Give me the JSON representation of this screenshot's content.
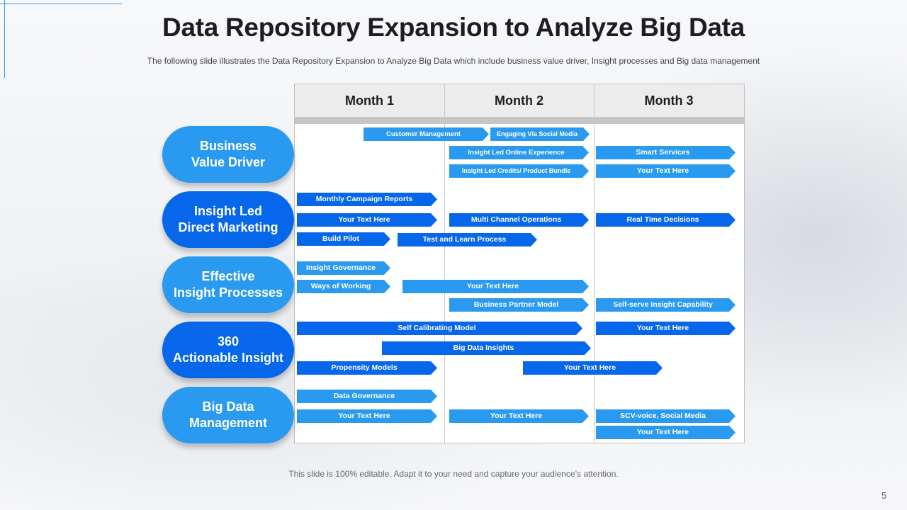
{
  "slide": {
    "title": "Data Repository Expansion to Analyze Big Data",
    "subtitle": "The following  slide illustrates the Data Repository Expansion to Analyze Big Data which include business value  driver,  Insight  processes and Big data management",
    "footer": "This slide is 100%  editable. Adapt it to your need and capture your audience’s attention.",
    "page_number": "5"
  },
  "months": [
    "Month 1",
    "Month 2",
    "Month 3"
  ],
  "categories": [
    {
      "label": "Business\nValue Driver",
      "color": "#2a9af1"
    },
    {
      "label": "Insight Led\nDirect Marketing",
      "color": "#0667ea"
    },
    {
      "label": "Effective\nInsight Processes",
      "color": "#2a9af1"
    },
    {
      "label": "360\nActionable Insight",
      "color": "#0667ea"
    },
    {
      "label": "Big Data\nManagement",
      "color": "#2a9af1"
    }
  ],
  "bars": [
    {
      "label": "Customer Management",
      "tone": "light"
    },
    {
      "label": "Engaging Via Social Media",
      "tone": "light"
    },
    {
      "label": "Insight Led Online Experience",
      "tone": "light"
    },
    {
      "label": "Smart Services",
      "tone": "light"
    },
    {
      "label": "Insight Led Credits/ Product Bundle",
      "tone": "light"
    },
    {
      "label": "Your Text Here",
      "tone": "light"
    },
    {
      "label": "Monthly Campaign Reports",
      "tone": "dark"
    },
    {
      "label": "Your Text Here",
      "tone": "dark"
    },
    {
      "label": "Multi Channel Operations",
      "tone": "dark"
    },
    {
      "label": "Real Time Decisions",
      "tone": "dark"
    },
    {
      "label": "Build Pilot",
      "tone": "dark"
    },
    {
      "label": "Test and Learn Process",
      "tone": "dark"
    },
    {
      "label": "Insight Governance",
      "tone": "light"
    },
    {
      "label": "Ways of Working",
      "tone": "light"
    },
    {
      "label": "Your Text Here",
      "tone": "light"
    },
    {
      "label": "Business Partner Model",
      "tone": "light"
    },
    {
      "label": "Self-serve Insight Capability",
      "tone": "light"
    },
    {
      "label": "Self Calibrating Model",
      "tone": "dark"
    },
    {
      "label": "Your Text Here",
      "tone": "dark"
    },
    {
      "label": "Big Data Insights",
      "tone": "dark"
    },
    {
      "label": "Propensity Models",
      "tone": "dark"
    },
    {
      "label": "Your Text Here",
      "tone": "dark"
    },
    {
      "label": "Data Governance",
      "tone": "light"
    },
    {
      "label": "Your Text Here",
      "tone": "light"
    },
    {
      "label": "Your Text Here",
      "tone": "light"
    },
    {
      "label": "SCV-voice, Social Media",
      "tone": "light"
    },
    {
      "label": "Your Text Here",
      "tone": "light"
    }
  ]
}
